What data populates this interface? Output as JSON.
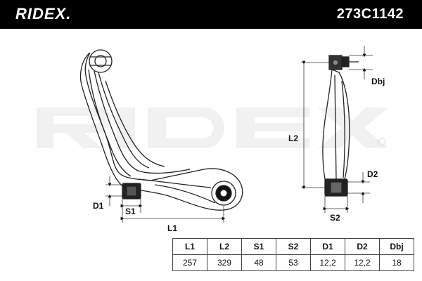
{
  "header": {
    "brand": "RIDEX.",
    "part_number": "273C1142",
    "background": "#000000",
    "text_color": "#ffffff"
  },
  "watermark": {
    "text": "RIDEX",
    "color": "#f2f2f2"
  },
  "drawing": {
    "dimension_labels": {
      "d1": "D1",
      "s1": "S1",
      "l1": "L1",
      "l2": "L2",
      "s2": "S2",
      "d2": "D2",
      "dbj": "Dbj"
    }
  },
  "specs_table": {
    "headers": [
      "L1",
      "L2",
      "S1",
      "S2",
      "D1",
      "D2",
      "Dbj"
    ],
    "values": [
      "257",
      "329",
      "48",
      "53",
      "12,2",
      "12,2",
      "18"
    ]
  }
}
